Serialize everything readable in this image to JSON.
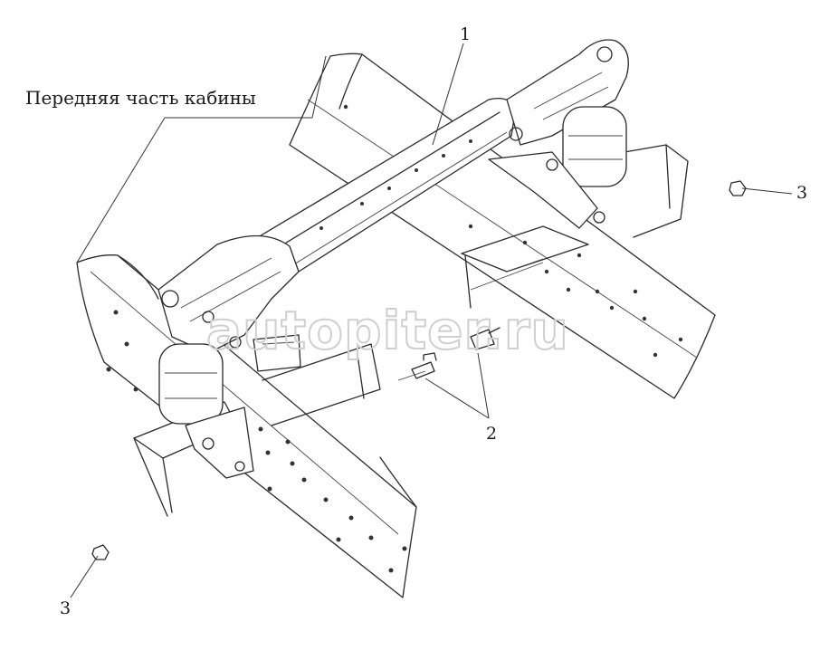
{
  "diagram": {
    "cab_front_label": "Передняя часть кабины",
    "callouts": {
      "part1": "1",
      "part2": "2",
      "part3_right": "3",
      "part3_left": "3"
    },
    "watermark": "autopiter.ru"
  }
}
